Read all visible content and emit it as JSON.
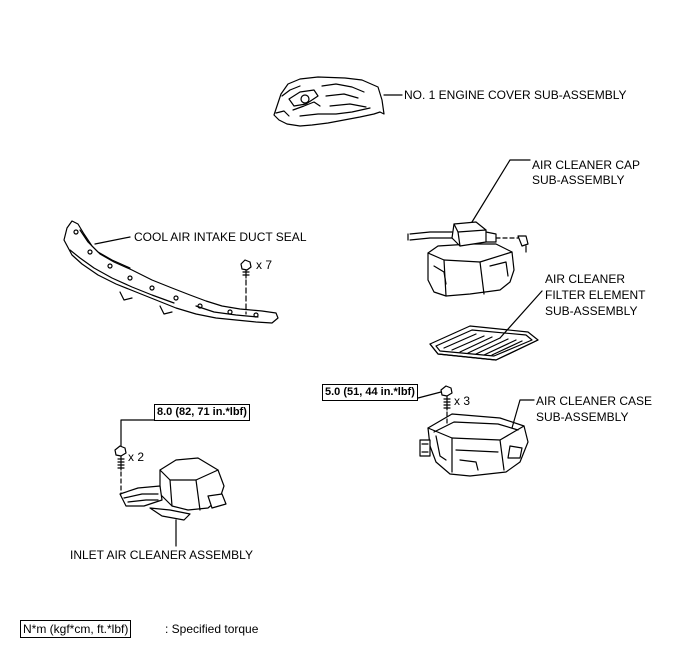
{
  "parts": {
    "engine_cover": "NO. 1 ENGINE COVER SUB-ASSEMBLY",
    "cap_line1": "AIR CLEANER CAP",
    "cap_line2": "SUB-ASSEMBLY",
    "duct_seal": "COOL AIR INTAKE DUCT SEAL",
    "filter_line1": "AIR CLEANER",
    "filter_line2": "FILTER ELEMENT",
    "filter_line3": "SUB-ASSEMBLY",
    "case_line1": "AIR CLEANER CASE",
    "case_line2": "SUB-ASSEMBLY",
    "inlet": "INLET AIR CLEANER ASSEMBLY"
  },
  "fasteners": {
    "clip_qty": "x 7",
    "inlet_bolt_qty": "x 2",
    "case_bolt_qty": "x 3"
  },
  "torque": {
    "inlet": "8.0 (82, 71 in.*lbf)",
    "case": "5.0 (51, 44 in.*lbf)"
  },
  "legend": {
    "unit": "N*m (kgf*cm, ft.*lbf)",
    "description": ": Specified torque"
  }
}
